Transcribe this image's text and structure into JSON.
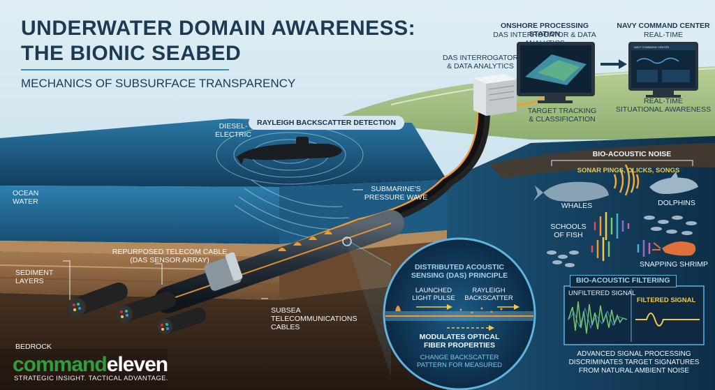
{
  "title_line1": "UNDERWATER DOMAIN AWARENESS:",
  "title_line2": "THE BIONIC SEABED",
  "subtitle": "MECHANICS OF SUBSURFACE TRANSPARENCY",
  "onshore": {
    "title": "ONSHORE PROCESSING STATION",
    "subtitle": "DAS INTERROGATOR & DATA ANALYTICS",
    "interrogator_label_1": "DAS INTERROGATOR",
    "interrogator_label_2": "& DATA ANALYTICS",
    "tracking_label_1": "TARGET TRACKING",
    "tracking_label_2": "& CLASSIFICATION"
  },
  "navy": {
    "title": "NAVY COMMAND CENTER",
    "subtitle": "REAL-TIME",
    "screen_label": "NAVY COMMAND CENTER",
    "awareness_1": "REAL-TIME",
    "awareness_2": "SITUATIONAL AWARENESS"
  },
  "rayleigh_pill": "RAYLEIGH BACKSCATTER DETECTION",
  "submarine_label_1": "DIESEL-",
  "submarine_label_2": "ELECTRIC",
  "ocean_label_1": "OCEAN",
  "ocean_label_2": "WATER",
  "pressure_label_1": "SUBMARINE'S",
  "pressure_label_2": "PRESSURE WAVE",
  "telecom_label_1": "REPURPOSED TELECOM CABLE",
  "telecom_label_2": "(DAS SENSOR ARRAY)",
  "sediment_label_1": "SEDIMENT",
  "sediment_label_2": "LAYERS",
  "subsea_label_1": "SUBSEA",
  "subsea_label_2": "TELECOMMUNICATIONS",
  "subsea_label_3": "CABLES",
  "bedrock_label": "BEDROCK",
  "das": {
    "title_1": "DISTRIBUTED ACOUSTIC",
    "title_2": "SENSING (DAS) PRINCIPLE",
    "launched_1": "LAUNCHED",
    "launched_2": "LIGHT PULSE",
    "rayleigh_1": "RAYLEIGH",
    "rayleigh_2": "BACKSCATTER",
    "modulates_1": "MODULATES OPTICAL",
    "modulates_2": "FIBER PROPERTIES",
    "change_1": "CHANGE BACKSCATTER",
    "change_2": "PATTERN FOR MEASURED"
  },
  "bio_noise": {
    "title": "BIO-ACOUSTIC NOISE",
    "subtitle": "SONAR PINGS, CLICKS, SONGS",
    "whales": "WHALES",
    "dolphins": "DOLPHINS",
    "fish_1": "SCHOOLS",
    "fish_2": "OF FISH",
    "shrimp": "SNAPPING SHRIMP"
  },
  "bio_filter": {
    "title": "BIO-ACOUSTIC FILTERING",
    "unfiltered": "UNFILTERED SIGNAL",
    "filtered": "FILTERED SIGNAL",
    "caption_1": "ADVANCED SIGNAL PROCESSING",
    "caption_2": "DISCRIMINATES TARGET SIGNATURES",
    "caption_3": "FROM NATURAL AMBIENT NOISE"
  },
  "brand": {
    "part1": "command",
    "part2": "eleven",
    "tagline": "STRATEGIC INSIGHT. TACTICAL ADVANTAGE."
  },
  "colors": {
    "sky": "#cfe3ee",
    "ocean": "#1f5e86",
    "sediment": "#8a6440",
    "bedrock": "#3b2a1e",
    "cable_glow": "#f39a2b",
    "accent_blue": "#5fb4e0",
    "brand_green": "#2e9e3e"
  },
  "icons": [
    "submarine-icon",
    "whale-icon",
    "dolphin-icon",
    "fish-icon",
    "shrimp-icon",
    "server-icon",
    "monitor-icon",
    "arrow-right-icon"
  ]
}
